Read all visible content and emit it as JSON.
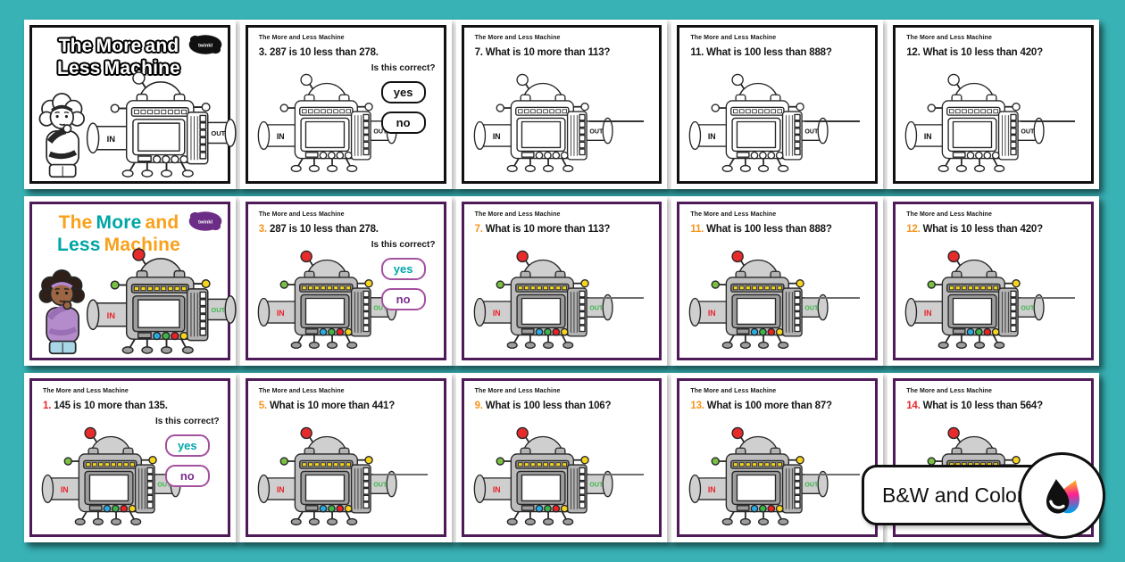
{
  "page": {
    "background": "#38b2b5",
    "border_purple": "#4e1a57",
    "border_black": "#111111"
  },
  "brand_header": "The More and Less Machine",
  "title_card": {
    "logo_text": "twinkl",
    "lines": [
      [
        {
          "t": "The",
          "c": "#f9a11b"
        },
        {
          "t": "More",
          "c": "#00a5a5"
        },
        {
          "t": "and",
          "c": "#f9a11b"
        }
      ],
      [
        {
          "t": "Less",
          "c": "#00a5a5"
        },
        {
          "t": "Machine",
          "c": "#f9a11b"
        }
      ]
    ]
  },
  "machine": {
    "in_label": "IN",
    "out_label": "OUT"
  },
  "qa": {
    "prompt": "Is this correct?",
    "yes": "yes",
    "no": "no"
  },
  "badge": {
    "label": "B&W and Color"
  },
  "rows": [
    {
      "variant": "bw",
      "cards": [
        {
          "type": "title"
        },
        {
          "type": "yesno",
          "number": "3.",
          "question": "287 is 10 less than 278."
        },
        {
          "type": "line",
          "number": "7.",
          "question": "What is 10 more than 113?"
        },
        {
          "type": "line",
          "number": "11.",
          "question": "What is 100 less than 888?"
        },
        {
          "type": "line",
          "number": "12.",
          "question": "What is 10 less than 420?"
        }
      ]
    },
    {
      "variant": "color",
      "cards": [
        {
          "type": "title"
        },
        {
          "type": "yesno",
          "number": "3.",
          "number_color": "#f7941d",
          "question": "287 is 10 less than 278."
        },
        {
          "type": "line",
          "number": "7.",
          "number_color": "#f7941d",
          "question": "What is 10 more than 113?"
        },
        {
          "type": "line",
          "number": "11.",
          "number_color": "#f7941d",
          "question": "What is 100 less than 888?"
        },
        {
          "type": "line",
          "number": "12.",
          "number_color": "#f7941d",
          "question": "What is 10 less than 420?"
        }
      ]
    },
    {
      "variant": "color",
      "cards": [
        {
          "type": "yesno",
          "number": "1.",
          "number_color": "#e8252a",
          "question": "145 is 10 more than 135."
        },
        {
          "type": "line",
          "number": "5.",
          "number_color": "#f7941d",
          "question": "What is 10 more than 441?"
        },
        {
          "type": "line",
          "number": "9.",
          "number_color": "#f7941d",
          "question": "What is 100 less than 106?"
        },
        {
          "type": "line",
          "number": "13.",
          "number_color": "#f7941d",
          "question": "What is 100 more than 87?"
        },
        {
          "type": "line",
          "number": "14.",
          "number_color": "#e8252a",
          "question": "What is 10 less than 564?"
        }
      ]
    }
  ]
}
